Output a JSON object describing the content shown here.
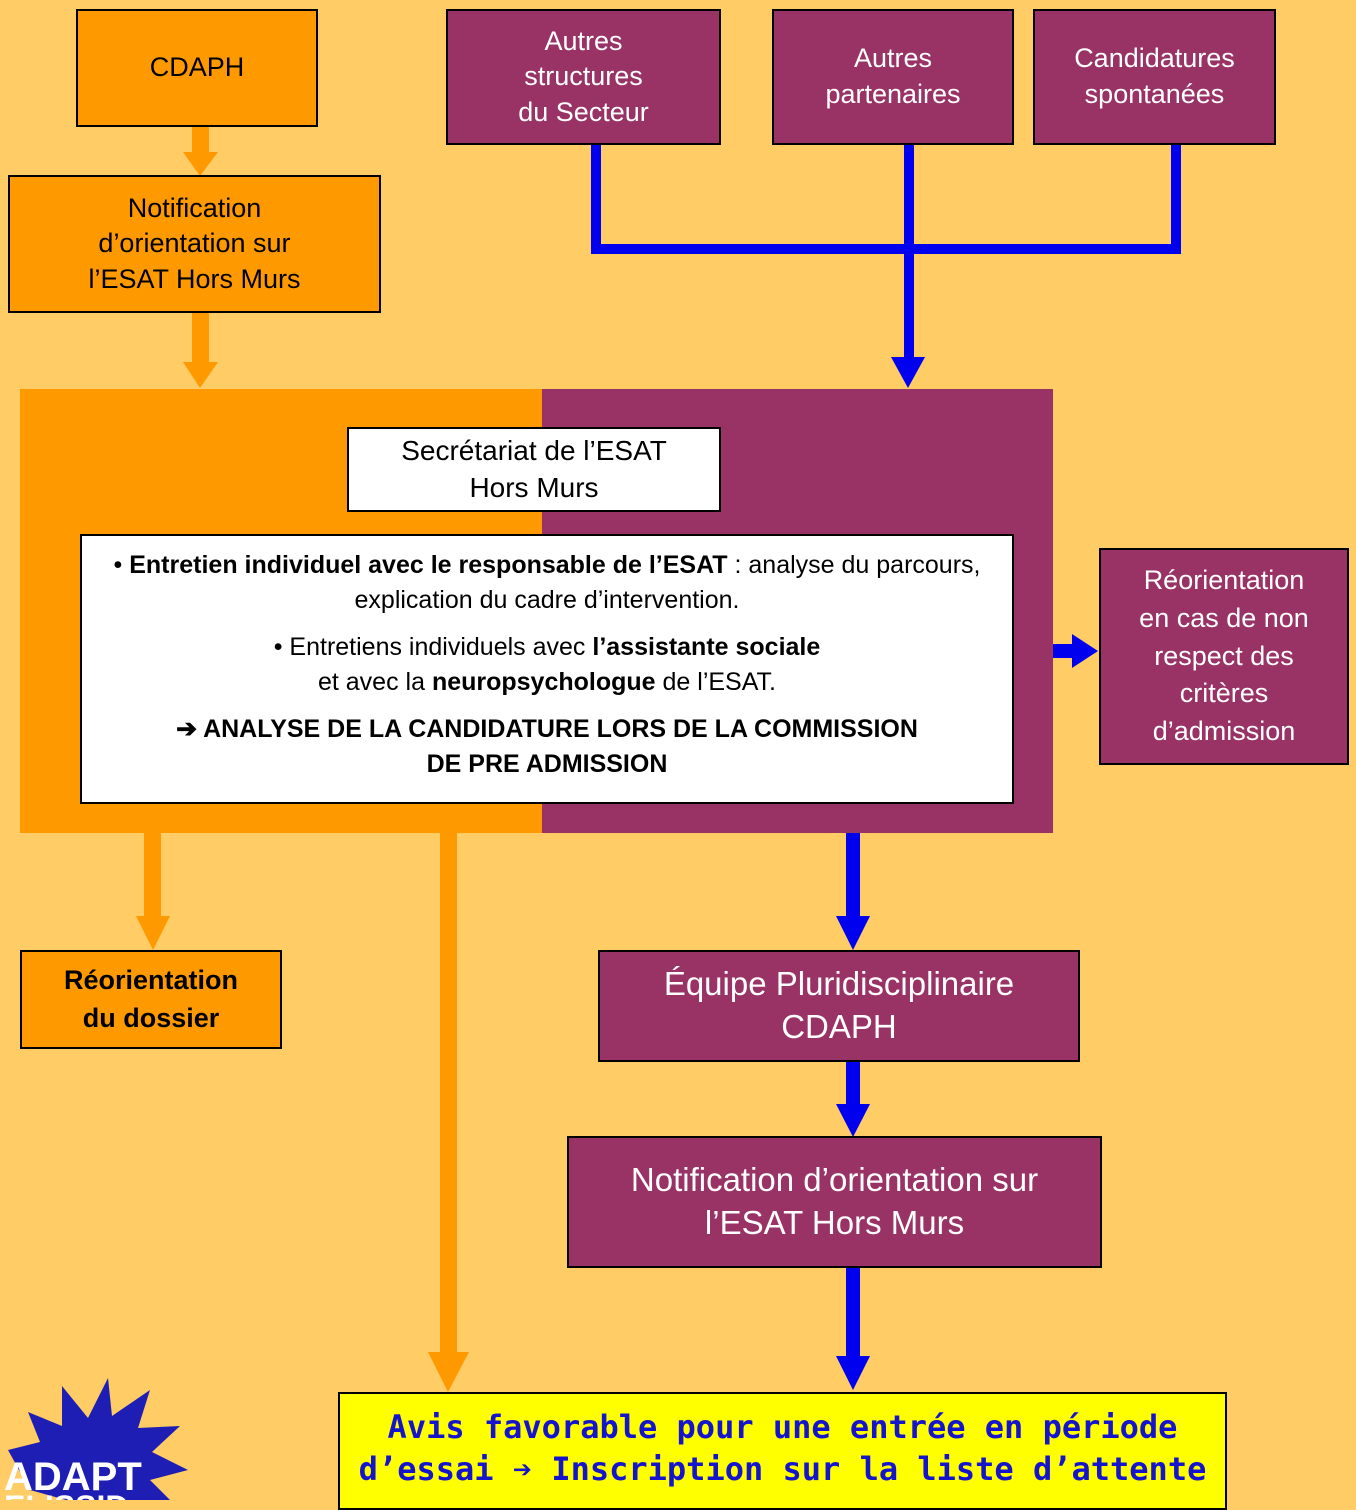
{
  "nodes": {
    "cdaph": "CDAPH",
    "notification_top": [
      "Notification",
      "d’orientation sur",
      "l’ESAT Hors Murs"
    ],
    "autres_structures": [
      "Autres",
      "structures",
      "du Secteur"
    ],
    "autres_partenaires": [
      "Autres",
      "partenaires"
    ],
    "candidatures": [
      "Candidatures",
      "spontanées"
    ],
    "secretariat": [
      "Secrétariat de l’ESAT",
      "Hors Murs"
    ],
    "reorientation_right": [
      "Réorientation",
      "en cas de non",
      "respect des",
      "critères",
      "d’admission"
    ],
    "reorientation_dossier": [
      "Réorientation",
      "du dossier"
    ],
    "equipe": [
      "Équipe Pluridisciplinaire",
      "CDAPH"
    ],
    "notification_bottom": [
      "Notification d’orientation sur",
      "l’ESAT Hors Murs"
    ]
  },
  "main_box": {
    "bullet": "•",
    "p1_bold": "Entretien individuel avec le responsable de l’ESAT",
    "p1_rest": " : analyse du parcours, explication du cadre d’intervention.",
    "p2_pre": "Entretiens individuels avec ",
    "p2_bold": "l’assistante sociale",
    "p2_mid": "et avec la ",
    "p2_bold2": "neuropsychologue",
    "p2_post": " de l’ESAT.",
    "p3_arrow": "➔",
    "p3_line1": "ANALYSE DE LA CANDIDATURE LORS DE LA COMMISSION",
    "p3_line2": "DE PRE ADMISSION"
  },
  "final": {
    "line1": "Avis favorable pour une entrée en période",
    "line2_pre": "d’essai",
    "arrow": "➔",
    "line2_post": "Inscription sur la liste d’attente"
  },
  "logo": {
    "line1": "ADAPT",
    "line2": "ELISSID"
  },
  "colors": {
    "background": "#FFCC66",
    "orange": "#FF9900",
    "purple": "#993366",
    "blue_arrow": "#0000EE",
    "final_fill": "#FFFF00",
    "final_text": "#1414CC"
  }
}
